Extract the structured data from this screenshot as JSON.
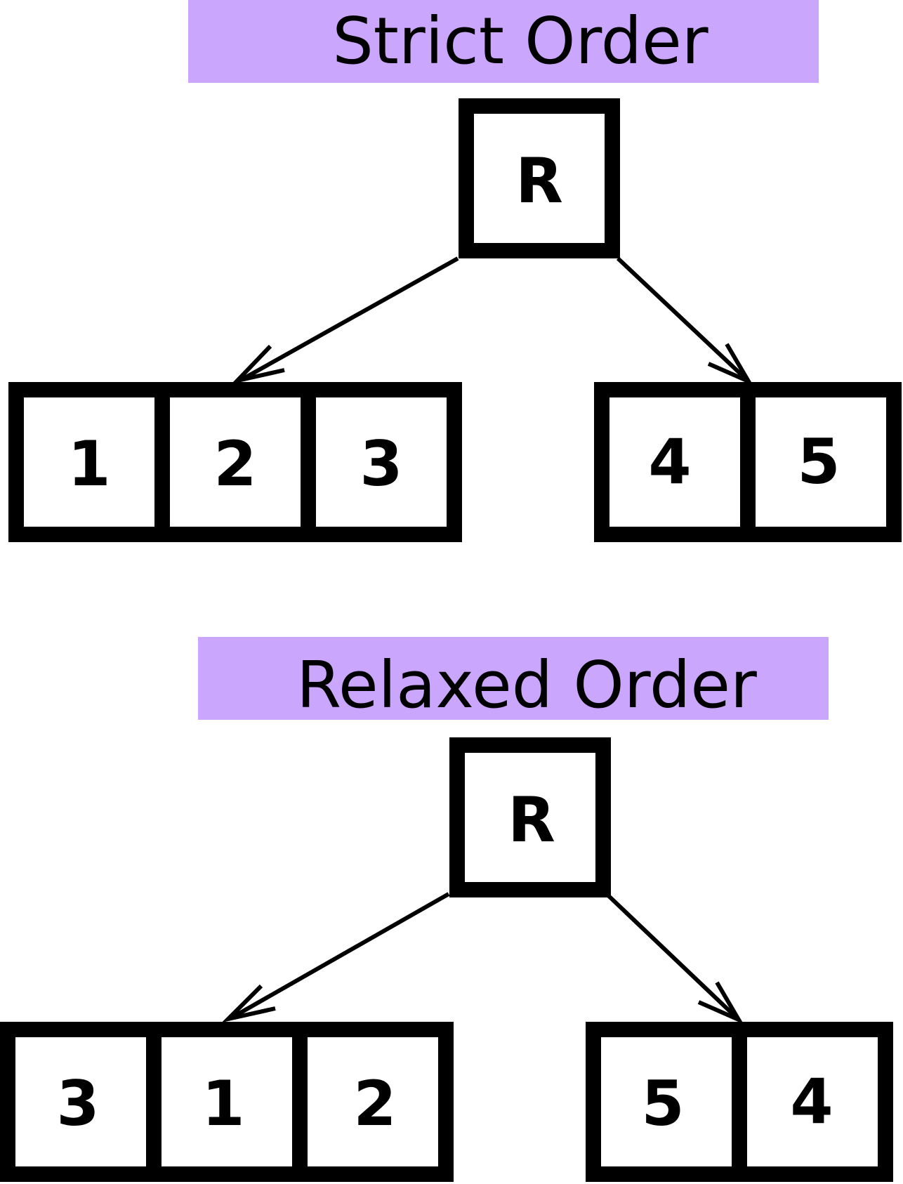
{
  "colors": {
    "title_background": "#caa7fc",
    "stroke": "#000000",
    "box_fill": "#ffffff"
  },
  "diagrams": [
    {
      "title": "Strict Order",
      "root": "R",
      "left_children": [
        "1",
        "2",
        "3"
      ],
      "right_children": [
        "4",
        "5"
      ]
    },
    {
      "title": "Relaxed Order",
      "root": "R",
      "left_children": [
        "3",
        "1",
        "2"
      ],
      "right_children": [
        "5",
        "4"
      ]
    }
  ]
}
